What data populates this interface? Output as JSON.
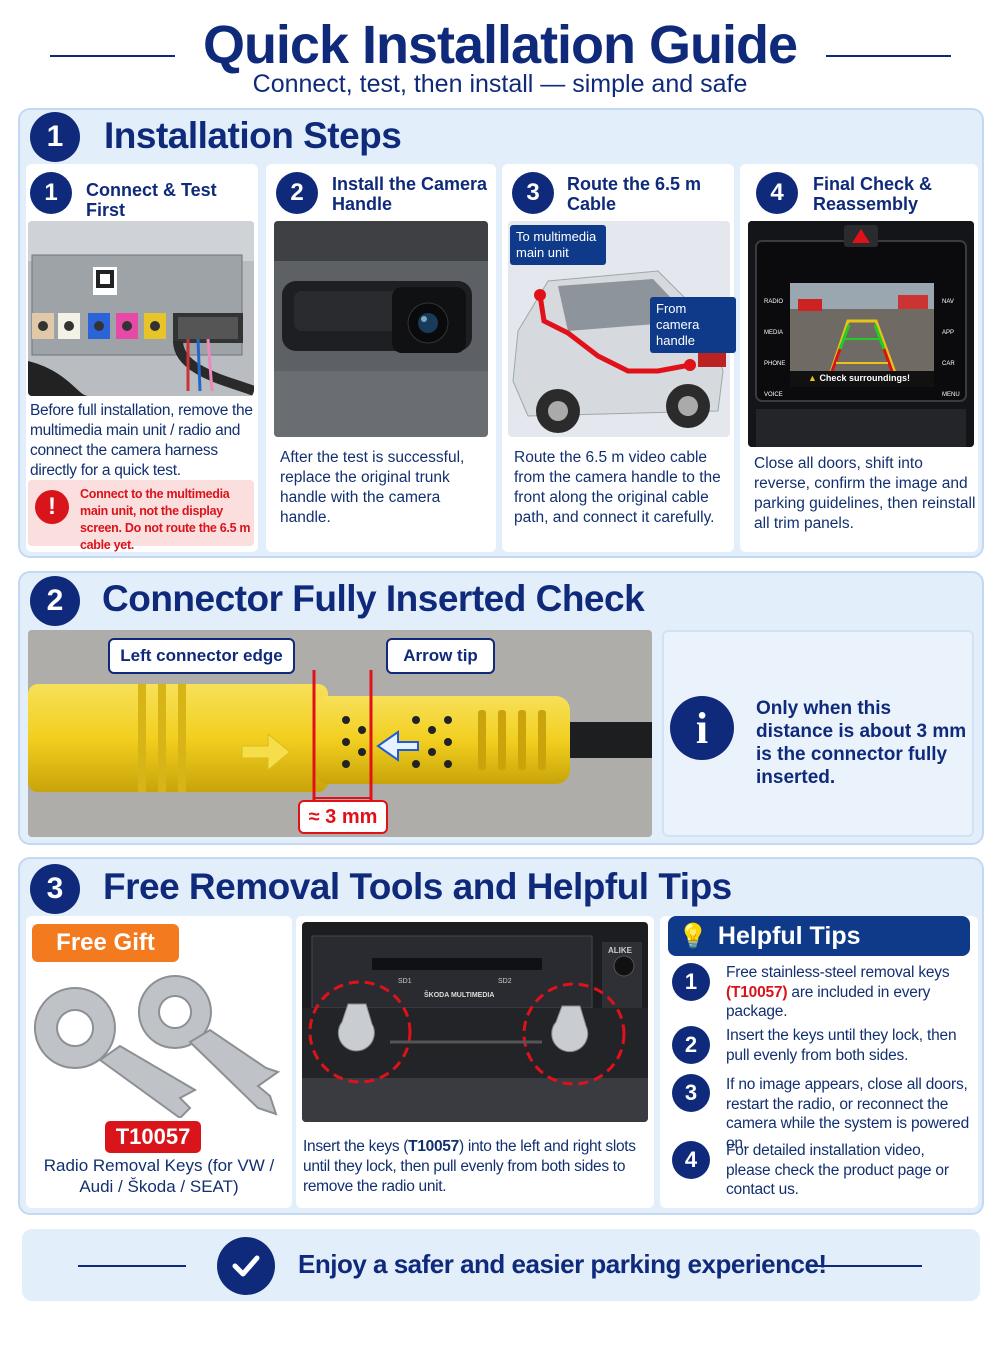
{
  "header": {
    "title": "Quick Installation Guide",
    "subtitle": "Connect, test, then install — simple and safe"
  },
  "section1": {
    "number": "1",
    "title": "Installation Steps",
    "steps": [
      {
        "number": "1",
        "title": "Connect & Test First",
        "text": "Before full installation, remove the multimedia main unit / radio and connect the camera harness directly for a quick test.",
        "warning": "Connect to the multimedia main unit, not the display screen. Do not route the 6.5 m cable yet."
      },
      {
        "number": "2",
        "title": "Install the Camera Handle",
        "text": "After the test is successful, replace the original trunk handle with the camera handle."
      },
      {
        "number": "3",
        "title": "Route the 6.5 m Cable",
        "text": "Route the 6.5 m video cable from the camera handle to the front along the original cable path, and connect it carefully.",
        "callout_front": "To multimedia main unit",
        "callout_rear": "From camera handle"
      },
      {
        "number": "4",
        "title": "Final Check & Reassembly",
        "text": "Close all doors, shift into reverse, confirm the image and parking guidelines, then reinstall all trim panels.",
        "screen_warning": "Check surroundings!",
        "screen_left": [
          "RADIO",
          "MEDIA",
          "PHONE",
          "VOICE"
        ],
        "screen_right": [
          "NAV",
          "APP",
          "CAR",
          "MENU"
        ]
      }
    ]
  },
  "section2": {
    "number": "2",
    "title": "Connector Fully Inserted Check",
    "label_left": "Left connector edge",
    "label_right": "Arrow tip",
    "distance": "≈ 3 mm",
    "info_icon": "i",
    "info_text": "Only when this distance is about 3 mm is the connector fully inserted."
  },
  "section3": {
    "number": "3",
    "title": "Free Removal Tools and Helpful Tips",
    "gift_label": "Free Gift",
    "code": "T10057",
    "keys_caption": "Radio Removal Keys (for VW / Audi / Škoda / SEAT)",
    "radio_labels": {
      "brand": "ŠKODA MULTIMEDIA",
      "slot1": "SD1",
      "slot2": "SD2",
      "side": "ALIKE"
    },
    "radio_text_before": "Insert the keys (",
    "radio_text_code": "T10057",
    "radio_text_after": ") into the left and right slots until they lock, then pull evenly from both sides to remove the radio unit.",
    "tips_title": "Helpful Tips",
    "tips": [
      {
        "number": "1",
        "before": "Free stainless-steel removal keys ",
        "code": "(T10057)",
        "after": " are included in every package."
      },
      {
        "number": "2",
        "text": "Insert the keys until they lock, then pull evenly from both sides."
      },
      {
        "number": "3",
        "text": "If no image appears, close all doors, restart the radio, or reconnect the camera while the system is powered on."
      },
      {
        "number": "4",
        "text": "For detailed installation video, please check the product page or contact us."
      }
    ]
  },
  "footer": {
    "text": "Enjoy a safer and easier parking experience!"
  },
  "colors": {
    "navy": "#0f2a7a",
    "panel": "#e3eefb",
    "red": "#d9141b",
    "orange": "#f47a20",
    "yellow": "#f2d12a"
  }
}
